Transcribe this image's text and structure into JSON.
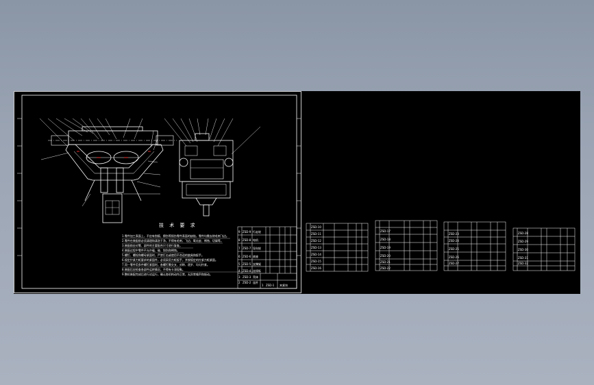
{
  "viewer": {
    "background_colors": [
      "#8a95a6",
      "#aab2c0"
    ],
    "canvas_color": "#000000",
    "line_color": "#ffffff",
    "accent_color": "#ff3030"
  },
  "drawing": {
    "title": "技 术 要 求",
    "notes": [
      "1.零件加工表面上，不应有划痕、擦伤等损伤零件表面的缺陷，零件均需去除毛刺飞边。",
      "2.零件在装配前必须清理和清洗干净，不得有毛刺、飞边、氧化皮、锈蚀、切屑等。",
      "3.装配前应对零、部件的主要配合尺寸进行复查。",
      "4.装配过程中零件不允许磕、碰、划伤和锈蚀。",
      "5.螺钉、螺栓和螺母紧固时，严禁打击或使用不合适的旋具和扳手。",
      "6.规定拧紧力矩要求的紧固件，必须采用力矩扳手，并按规定的拧紧力矩紧固。",
      "7.同一零件用多件螺钉紧固时，各螺钉需交叉、对称、逐步、均匀拧紧。",
      "8.装配后应检查各部件运转情况，不得有卡滞现象。",
      "9.整机装配完成后进行试运行，确认各机构动作正常，无异常噪声和振动。"
    ],
    "parts_list_main": [
      [
        "9",
        "ZSD-9",
        "行走轮"
      ],
      [
        "8",
        "ZSD-8",
        "电机"
      ],
      [
        "7",
        "ZSD-7",
        "导向轮"
      ],
      [
        "6",
        "ZSD-6",
        "底座"
      ],
      [
        "5",
        "ZSD-5",
        "支撑架"
      ],
      [
        "4",
        "ZSD-4",
        "连接板"
      ],
      [
        "3",
        "ZSD-3",
        "壳体"
      ],
      [
        "2",
        "ZSD-2",
        "连杆"
      ],
      [
        "1",
        "ZSD-1",
        "夹紧块"
      ]
    ],
    "parts_sheets": [
      [
        "ZSD-10",
        "ZSD-11",
        "ZSD-12",
        "ZSD-13",
        "ZSD-14",
        "ZSD-15",
        "ZSD-16"
      ],
      [
        "ZSD-17",
        "ZSD-18",
        "ZSD-19",
        "ZSD-20",
        "ZSD-21",
        "ZSD-22"
      ],
      [
        "ZSD-23",
        "ZSD-24",
        "ZSD-25",
        "ZSD-26",
        "ZSD-27"
      ],
      [
        "ZSD-28",
        "ZSD-29",
        "ZSD-30",
        "ZSD-31",
        "ZSD-32"
      ]
    ]
  }
}
